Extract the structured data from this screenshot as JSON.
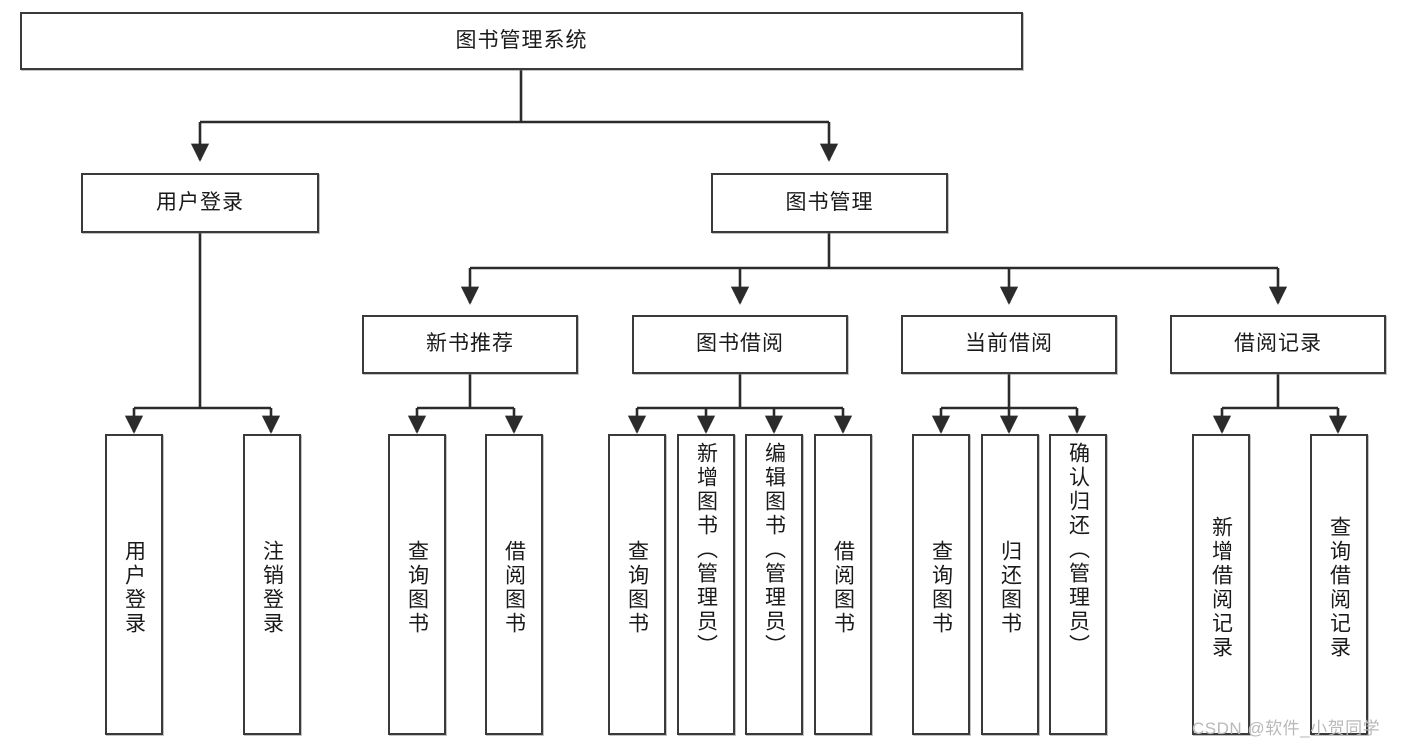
{
  "diagram": {
    "title": "图书管理系统",
    "watermark": "CSDN @软件_小贺同学",
    "colors": {
      "box_border": "#3a3a3a",
      "box_fill": "#ffffff",
      "connector": "#2b2b2b",
      "text": "#1a1a1a",
      "watermark": "#b9b9b9",
      "background": "#ffffff"
    },
    "root": {
      "label": "图书管理系统"
    },
    "level2": [
      {
        "label": "用户登录"
      },
      {
        "label": "图书管理"
      }
    ],
    "level3": [
      {
        "label": "新书推荐"
      },
      {
        "label": "图书借阅"
      },
      {
        "label": "当前借阅"
      },
      {
        "label": "借阅记录"
      }
    ],
    "leaves": {
      "user_login": [
        {
          "label": "用户登录"
        },
        {
          "label": "注销登录"
        }
      ],
      "new_book": [
        {
          "label": "查询图书"
        },
        {
          "label": "借阅图书"
        }
      ],
      "book_borrow": [
        {
          "label": "查询图书"
        },
        {
          "label": "新增图书（管理员）"
        },
        {
          "label": "编辑图书（管理员）"
        },
        {
          "label": "借阅图书"
        }
      ],
      "current_borrow": [
        {
          "label": "查询图书"
        },
        {
          "label": "归还图书"
        },
        {
          "label": "确认归还（管理员）"
        }
      ],
      "borrow_record": [
        {
          "label": "新增借阅记录"
        },
        {
          "label": "查询借阅记录"
        }
      ]
    }
  }
}
